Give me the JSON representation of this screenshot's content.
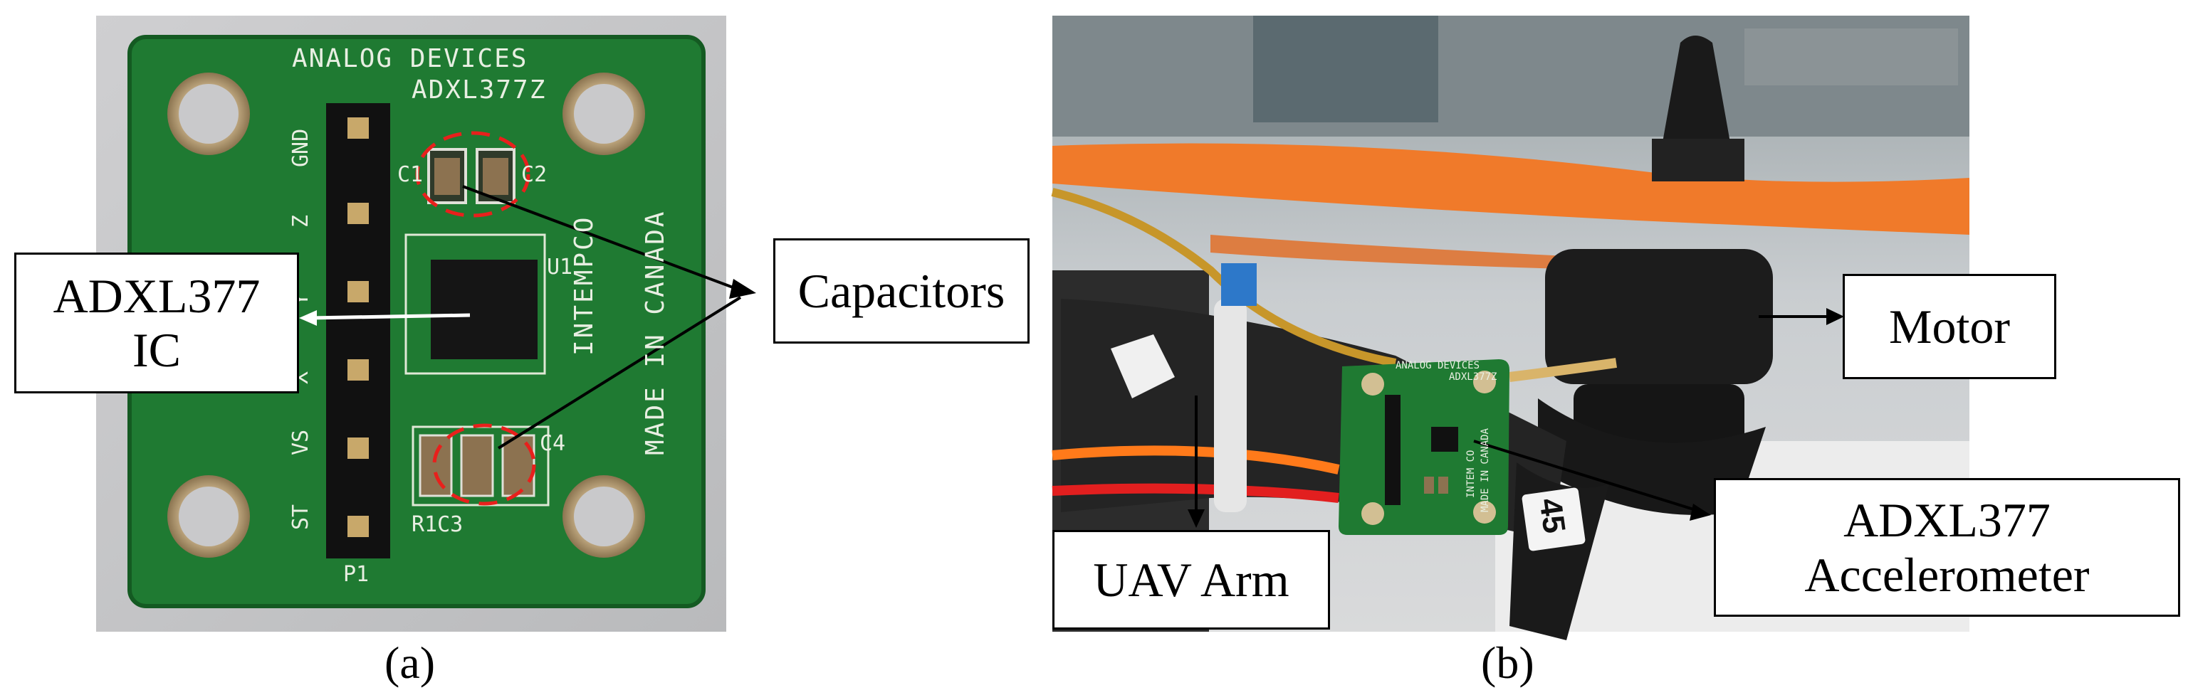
{
  "figure": {
    "panel_a": {
      "caption": "(a)",
      "board_silk": {
        "brand": "ANALOG DEVICES",
        "model": "ADXL377Z",
        "maker": "INTEMPCO",
        "origin": "MADE IN CANADA",
        "u1": "U1",
        "c1": "C1",
        "c2": "C2",
        "c4": "C4",
        "r1c3": "R1C3",
        "p1": "P1",
        "pins": [
          "GND",
          "Z",
          "Y",
          "X",
          "VS",
          "ST"
        ]
      },
      "labels": {
        "ic_line1": "ADXL377",
        "ic_line2": "IC",
        "capacitors": "Capacitors"
      }
    },
    "panel_b": {
      "caption": "(b)",
      "board_silk": {
        "brand": "ANALOG DEVICES",
        "model": "ADXL377Z",
        "maker": "INTEM CO",
        "origin": "MADE IN CANADA",
        "sticker": "45"
      },
      "labels": {
        "motor": "Motor",
        "arm": "UAV Arm",
        "accel_line1": "ADXL377",
        "accel_line2": "Accelerometer"
      }
    },
    "colors": {
      "pcb_green": "#1f7a32",
      "pcb_dark": "#155a24",
      "propeller_orange": "#f07a2a",
      "highlight_red": "#e8201c",
      "motor_black": "#1a1a1a"
    }
  }
}
